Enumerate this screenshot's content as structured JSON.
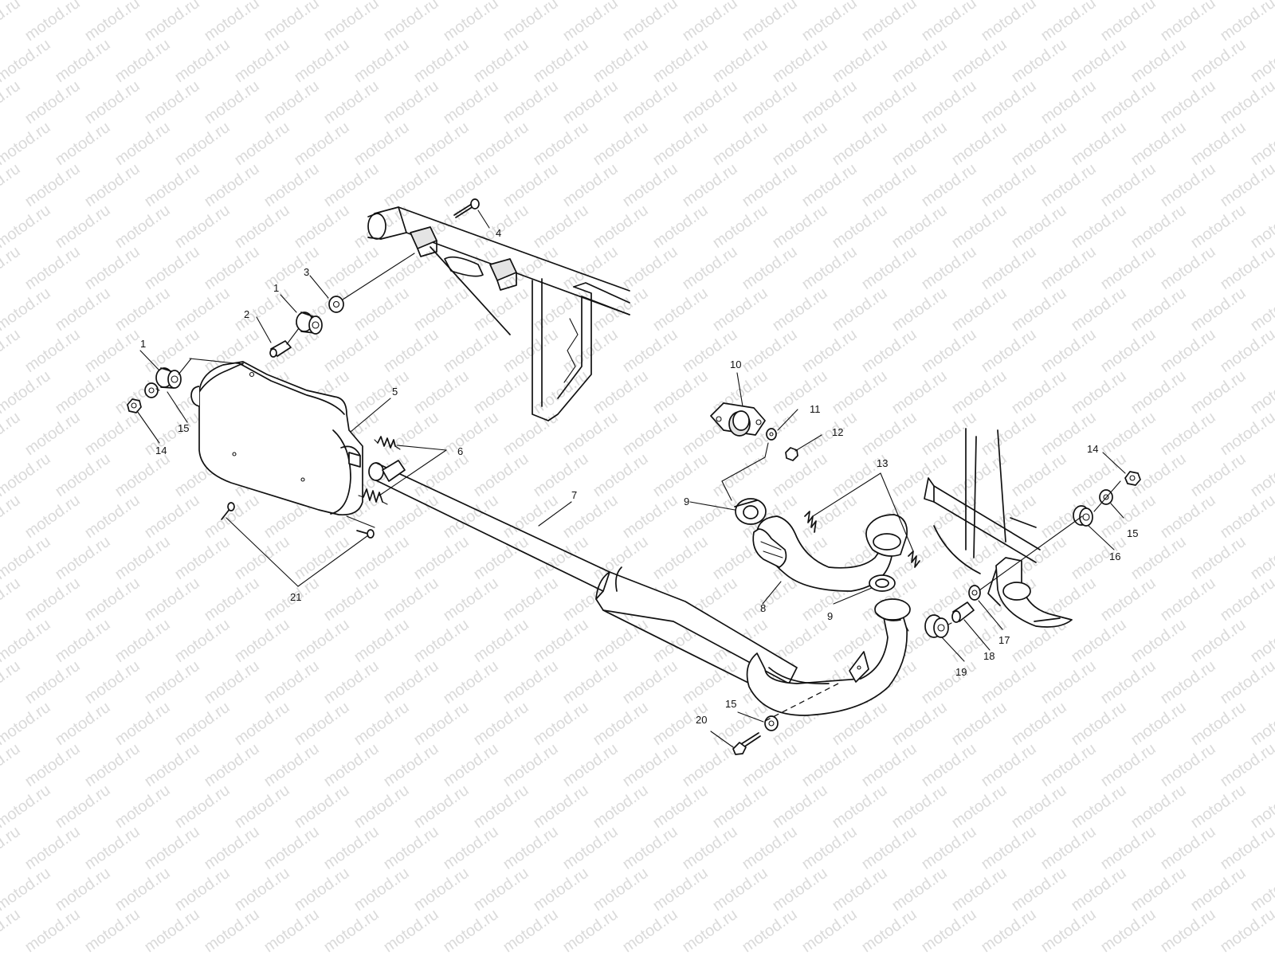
{
  "watermark": "motod.ru",
  "callouts": [
    {
      "id": "c1a",
      "label": "1"
    },
    {
      "id": "c1b",
      "label": "1"
    },
    {
      "id": "c2",
      "label": "2"
    },
    {
      "id": "c3",
      "label": "3"
    },
    {
      "id": "c4",
      "label": "4"
    },
    {
      "id": "c5",
      "label": "5"
    },
    {
      "id": "c6",
      "label": "6"
    },
    {
      "id": "c7",
      "label": "7"
    },
    {
      "id": "c8",
      "label": "8"
    },
    {
      "id": "c9a",
      "label": "9"
    },
    {
      "id": "c9b",
      "label": "9"
    },
    {
      "id": "c10",
      "label": "10"
    },
    {
      "id": "c11",
      "label": "11"
    },
    {
      "id": "c12",
      "label": "12"
    },
    {
      "id": "c13",
      "label": "13"
    },
    {
      "id": "c14a",
      "label": "14"
    },
    {
      "id": "c14b",
      "label": "14"
    },
    {
      "id": "c15a",
      "label": "15"
    },
    {
      "id": "c15b",
      "label": "15"
    },
    {
      "id": "c15c",
      "label": "15"
    },
    {
      "id": "c16",
      "label": "16"
    },
    {
      "id": "c17",
      "label": "17"
    },
    {
      "id": "c18",
      "label": "18"
    },
    {
      "id": "c19",
      "label": "19"
    },
    {
      "id": "c20",
      "label": "20"
    },
    {
      "id": "c21",
      "label": "21"
    }
  ]
}
